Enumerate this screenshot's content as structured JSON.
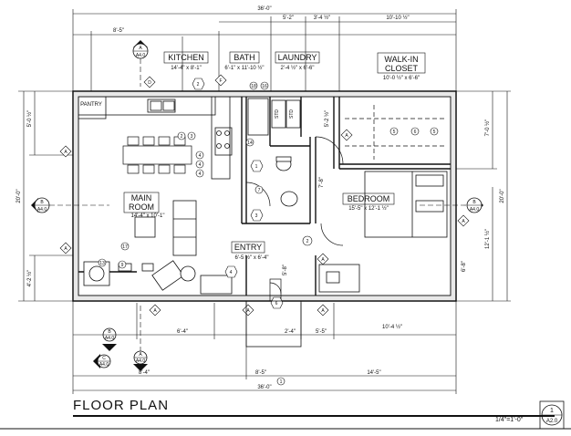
{
  "drawing": {
    "title": "FLOOR PLAN",
    "scale": "1/4\"=1'-0\"",
    "sheet_number": "1",
    "sheet_ref": "A2.0"
  },
  "rooms": {
    "kitchen": {
      "name": "KITCHEN",
      "size": "14'-4\" x 8'-1\""
    },
    "bath": {
      "name": "BATH",
      "size": "6'-1\" x 11'-10 ½\""
    },
    "laundry": {
      "name": "LAUNDRY",
      "size": "2'-4 ½\" x 6'-6\""
    },
    "closet": {
      "name1": "WALK-IN",
      "name2": "CLOSET",
      "size": "10'-0 ½\" x 6'-6\""
    },
    "main": {
      "name1": "MAIN",
      "name2": "ROOM",
      "size": "14'-4\" x 10'-1\""
    },
    "bedroom": {
      "name": "BEDROOM",
      "size": "15'-5\" x 12'-1 ½\""
    },
    "entry": {
      "name": "ENTRY",
      "size": "6'-5 ½\" x 6'-4\""
    },
    "pantry": {
      "name": "PANTRY"
    }
  },
  "dimensions": {
    "overall_top": "36'-0\"",
    "overall_bottom": "36'-0\"",
    "top_kitchen": "8'-5\"",
    "top_bath": "5'-2\"",
    "top_laundry": "3'-4 ½\"",
    "top_closet": "10'-10 ½\"",
    "left_upper": "5'-0 ½\"",
    "left_overall": "20'-0\"",
    "left_lower": "4'-2 ½\"",
    "right_closet": "7'-0 ½\"",
    "right_overall": "20'-0\"",
    "right_bed": "12'-1 ½\"",
    "laundry_v": "5'-2 ½\"",
    "bath_v": "7'-8\"",
    "entry_v": "5'-8\"",
    "bed_v": "6'-8\"",
    "bottom_a": "6'-4\"",
    "bottom_b": "2'-4\"",
    "bottom_c": "5'-5\"",
    "bottom_d": "10'-4 ½\"",
    "bottom_left": "8'-4\"",
    "bottom_mid": "8'-5\"",
    "bottom_right": "14'-5\""
  },
  "section_markers": {
    "top": {
      "letter": "A",
      "sheet": "A4.0"
    },
    "left": {
      "letter": "B",
      "sheet": "A4.0"
    },
    "right": {
      "letter": "B",
      "sheet": "A4.0"
    },
    "bottom1": {
      "letter": "B",
      "sheet": "A4.0"
    },
    "bottom2": {
      "letter": "C",
      "sheet": "A4.0"
    },
    "bottom3": {
      "letter": "A",
      "sheet": "A4.0"
    }
  },
  "tags": {
    "d": "D",
    "f": "F",
    "a": "A",
    "n1": "1",
    "n2": "2",
    "n3": "3",
    "n4": "4",
    "n5": "5",
    "n6": "6",
    "n7": "7",
    "n9": "9",
    "n10": "10",
    "n11": "11",
    "n13": "13",
    "n14": "14",
    "n15": "15",
    "n16": "16",
    "n17": "17",
    "n18": "18"
  }
}
